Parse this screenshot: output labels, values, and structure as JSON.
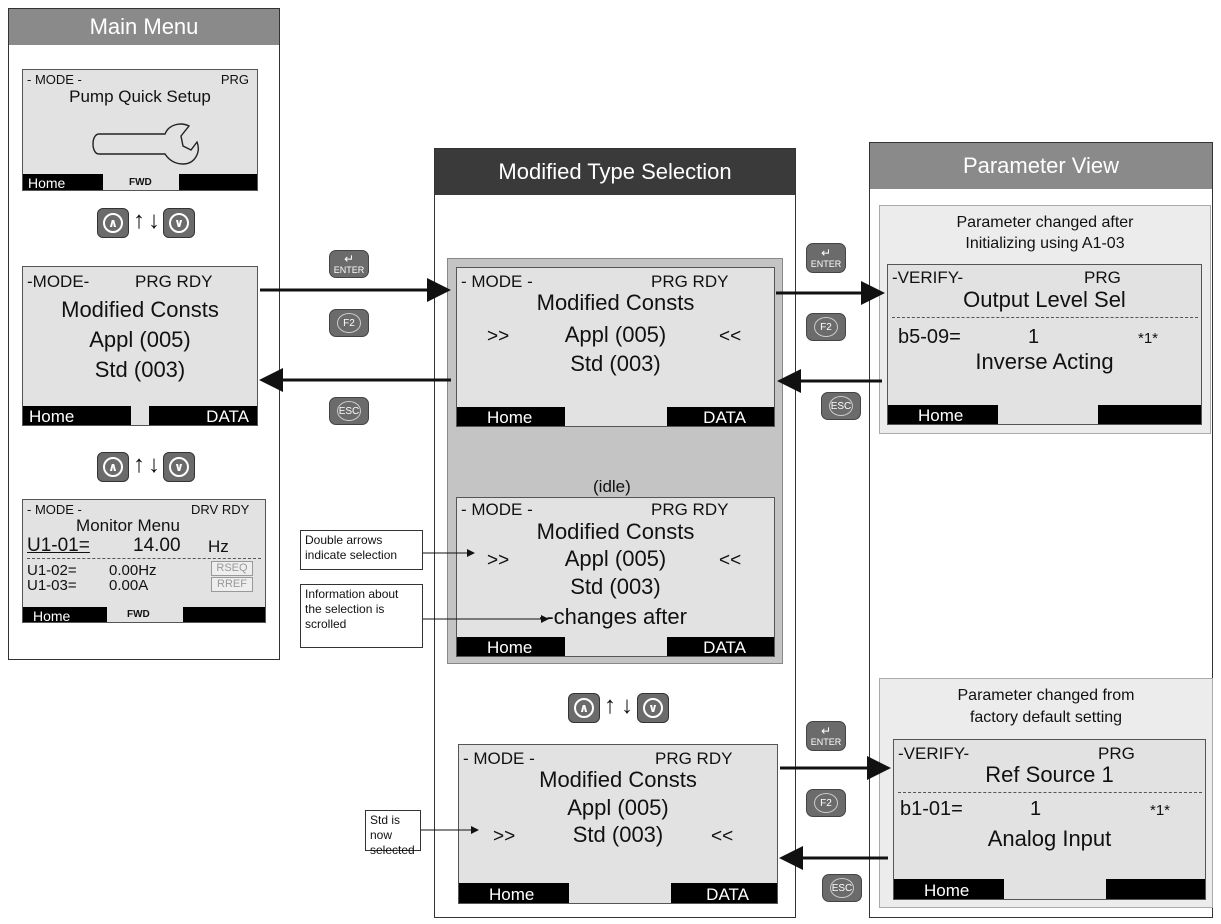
{
  "main_menu": {
    "title": "Main Menu",
    "screen1": {
      "mode": "- MODE -",
      "status": "PRG",
      "line1": "Pump Quick Setup",
      "softkey_left": "Home",
      "direction": "FWD"
    },
    "screen2": {
      "mode": "-MODE-",
      "status": "PRG RDY",
      "line1": "Modified Consts",
      "line2": "Appl (005)",
      "line3": "Std (003)",
      "softkey_left": "Home",
      "softkey_right": "DATA"
    },
    "screen3": {
      "mode": "- MODE -",
      "status": "DRV RDY",
      "line1": "Monitor Menu",
      "main_param": "U1-01=",
      "main_value": "14.00",
      "main_unit": "Hz",
      "row2_param": "U1-02=",
      "row2_value": "0.00Hz",
      "row3_param": "U1-03=",
      "row3_value": "0.00A",
      "indicator1": "RSEQ",
      "indicator2": "RREF",
      "softkey_left": "Home",
      "direction": "FWD"
    }
  },
  "modified_type_selection": {
    "title": "Modified Type Selection",
    "screen1": {
      "mode": "- MODE -",
      "status": "PRG RDY",
      "line1": "Modified Consts",
      "sel_left": ">>",
      "line2": "Appl (005)",
      "sel_right": "<<",
      "line3": "Std (003)",
      "softkey_left": "Home",
      "softkey_right": "DATA"
    },
    "idle_label": "(idle)",
    "screen2": {
      "mode": "- MODE -",
      "status": "PRG RDY",
      "line1": "Modified Consts",
      "sel_left": ">>",
      "line2": "Appl (005)",
      "sel_right": "<<",
      "line3": "Std (003)",
      "scroll_text": "--changes after",
      "softkey_left": "Home",
      "softkey_right": "DATA"
    },
    "screen3": {
      "mode": "- MODE -",
      "status": "PRG RDY",
      "line1": "Modified Consts",
      "line2": "Appl (005)",
      "sel_left": ">>",
      "line3": "Std (003)",
      "sel_right": "<<",
      "softkey_left": "Home",
      "softkey_right": "DATA"
    }
  },
  "parameter_view": {
    "title": "Parameter View",
    "top": {
      "caption_line1": "Parameter changed after",
      "caption_line2": "Initializing using A1-03",
      "mode": "-VERIFY-",
      "status": "PRG",
      "name": "Output Level Sel",
      "param": "b5-09=",
      "value": "1",
      "default_mark": "*1*",
      "value_desc": "Inverse Acting",
      "softkey_left": "Home"
    },
    "bottom": {
      "caption_line1": "Parameter changed from",
      "caption_line2": "factory default setting",
      "mode": "-VERIFY-",
      "status": "PRG",
      "name": "Ref Source 1",
      "param": "b1-01=",
      "value": "1",
      "default_mark": "*1*",
      "value_desc": "Analog Input",
      "softkey_left": "Home"
    }
  },
  "callouts": {
    "double_arrows": "Double arrows indicate selection",
    "scrolled_info": "Information about the selection is scrolled",
    "std_selected": "Std is now selected"
  },
  "keys": {
    "enter": "ENTER",
    "f2": "F2",
    "esc": "ESC",
    "up": "∧",
    "down": "∨",
    "up_arrow": "↑",
    "down_arrow": "↓"
  },
  "colors": {
    "panel_header": "#3a3a3a",
    "panel_header_light": "#8a8a8a",
    "lcd_bg": "#e2e2e2",
    "highlight_bg": "#c4c4c4",
    "key_bg": "#6b6b6b"
  }
}
